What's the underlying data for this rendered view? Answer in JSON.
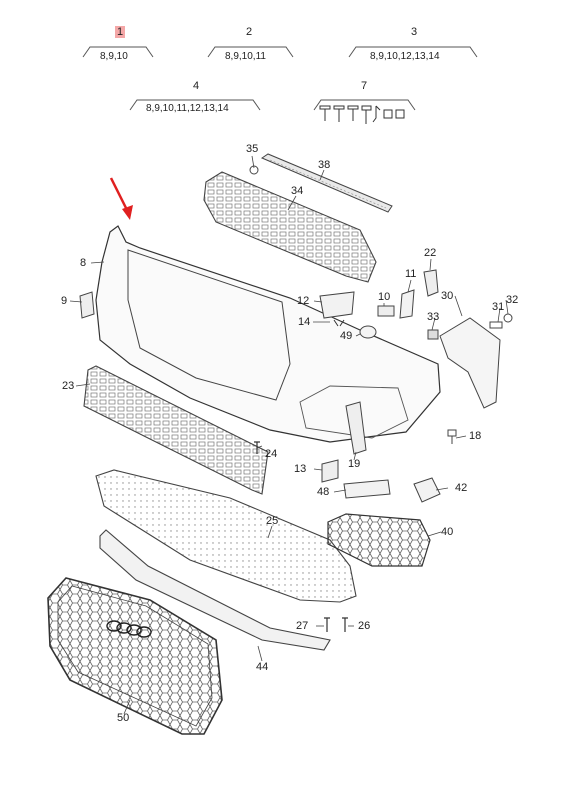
{
  "header_groups": [
    {
      "label": "1",
      "sub": "8,9,10",
      "highlighted": true
    },
    {
      "label": "2",
      "sub": "8,9,10,11"
    },
    {
      "label": "3",
      "sub": "8,9,10,12,13,14"
    },
    {
      "label": "4",
      "sub": "8,9,10,11,12,13,14"
    },
    {
      "label": "7",
      "sub": ""
    }
  ],
  "callouts": [
    "35",
    "38",
    "34",
    "8",
    "9",
    "22",
    "11",
    "10",
    "12",
    "30",
    "31",
    "32",
    "14",
    "33",
    "49",
    "23",
    "18",
    "24",
    "13",
    "19",
    "48",
    "42",
    "25",
    "40",
    "27",
    "26",
    "44",
    "50"
  ],
  "colors": {
    "line": "#555555",
    "highlight": "#f4a7a7",
    "arrow": "#e02020"
  },
  "icons": {
    "pointer": "red-arrow-icon"
  }
}
